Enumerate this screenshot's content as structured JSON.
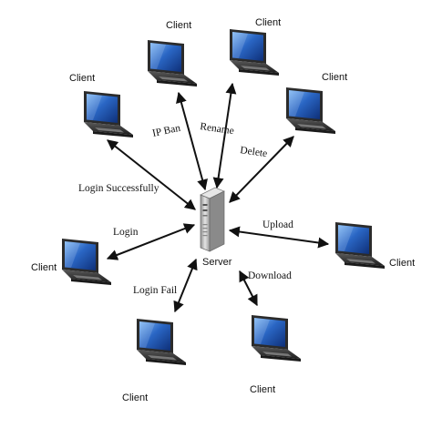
{
  "server": {
    "label": "Server"
  },
  "clients": [
    {
      "id": "c1",
      "label": "Client"
    },
    {
      "id": "c2",
      "label": "Client"
    },
    {
      "id": "c3",
      "label": "Client"
    },
    {
      "id": "c4",
      "label": "Client"
    },
    {
      "id": "c5",
      "label": "Client"
    },
    {
      "id": "c6",
      "label": "Client"
    },
    {
      "id": "c7",
      "label": "Client"
    },
    {
      "id": "c8",
      "label": "Client"
    }
  ],
  "edges": [
    {
      "id": "ip-ban",
      "label": "IP Ban"
    },
    {
      "id": "rename",
      "label": "Rename"
    },
    {
      "id": "delete",
      "label": "Delete"
    },
    {
      "id": "login-successfully",
      "label": "Login Successfully"
    },
    {
      "id": "login",
      "label": "Login"
    },
    {
      "id": "upload",
      "label": "Upload"
    },
    {
      "id": "login-fail",
      "label": "Login Fail"
    },
    {
      "id": "download",
      "label": "Download"
    }
  ],
  "colors": {
    "screen": "#1c4fa8",
    "screen_light": "#5fa0ec",
    "laptop_body": "#3c3c3c",
    "server_body": "#b9b9b9",
    "line": "#111111"
  }
}
